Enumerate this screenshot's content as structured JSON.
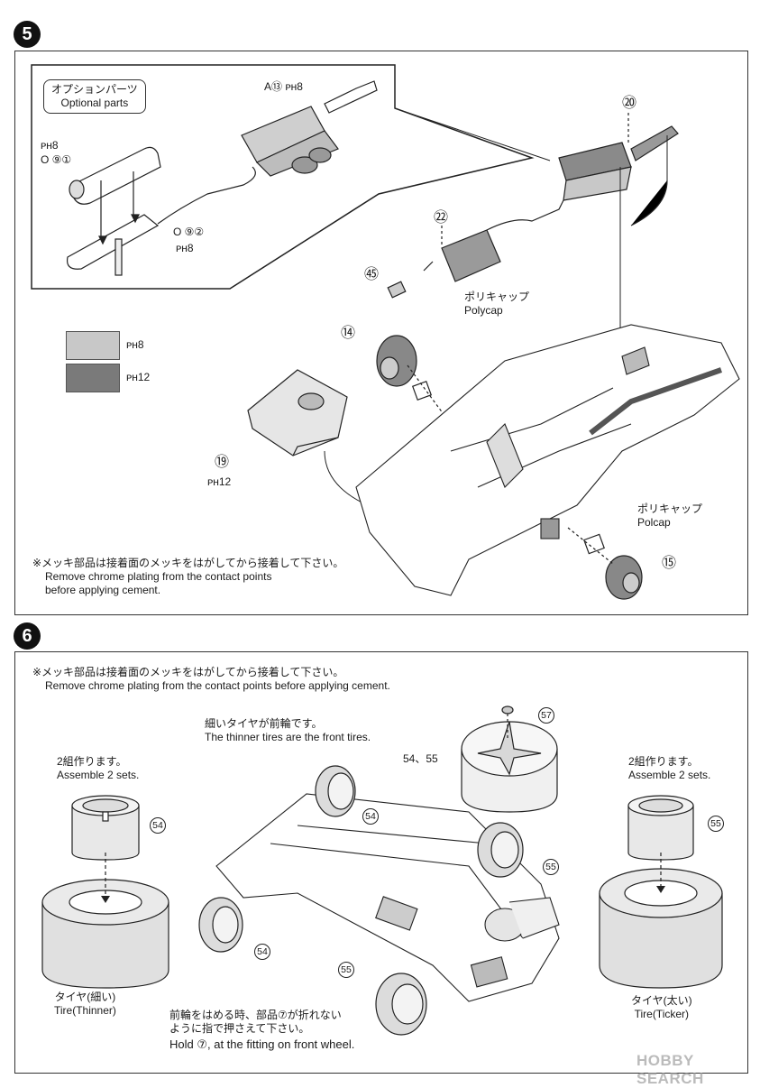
{
  "steps": [
    {
      "number": "5"
    },
    {
      "number": "6"
    }
  ],
  "step5": {
    "optional_parts": {
      "jp": "オプションパーツ",
      "en": "Optional parts"
    },
    "labels": {
      "part13": "A⑬ ᴘʜ8",
      "part91": "O ⑨①",
      "ph8_a": "ᴘʜ8",
      "part92": "O ⑨②",
      "ph8_b": "ᴘʜ8",
      "part20": "⑳",
      "part22": "㉒",
      "part45": "㊺",
      "part14": "⑭",
      "part19": "⑲",
      "ph12_19": "ᴘʜ12",
      "part15": "⑮"
    },
    "polycap1": {
      "jp": "ポリキャップ",
      "en": "Polycap"
    },
    "polycap2": {
      "jp": "ポリキャップ",
      "en": "Polcap"
    },
    "swatches": [
      {
        "color": "#c8c8c8",
        "label": "ᴘʜ8"
      },
      {
        "color": "#7a7a7a",
        "label": "ᴘʜ12"
      }
    ],
    "note": {
      "jp": "※メッキ部品は接着面のメッキをはがしてから接着して下さい。",
      "en1": "Remove chrome plating from the contact points",
      "en2": "before applying cement."
    }
  },
  "step6": {
    "note": {
      "jp": "※メッキ部品は接着面のメッキをはがしてから接着して下さい。",
      "en": "Remove chrome plating from the contact points before applying cement."
    },
    "front_tires": {
      "jp": "細いタイヤが前輪です。",
      "en": "The thinner tires are the front tires."
    },
    "left": {
      "jp": "2組作ります。",
      "en": "Assemble 2 sets.",
      "part": "54",
      "tire_jp": "タイヤ(細い)",
      "tire_en": "Tire(Thinner)"
    },
    "right": {
      "jp": "2組作ります。",
      "en": "Assemble 2 sets.",
      "part": "55",
      "tire_jp": "タイヤ(太い)",
      "tire_en": "Tire(Ticker)"
    },
    "wheel_parts": {
      "p54_55": "54、55",
      "p57": "57"
    },
    "car_parts": {
      "p54a": "54",
      "p55a": "55",
      "p54b": "54",
      "p55b": "55"
    },
    "front_note": {
      "jp1": "前輪をはめる時、部品⑦が折れない",
      "jp2": "ように指で押さえて下さい。",
      "en": "Hold ⑦, at the fitting on front wheel."
    }
  },
  "watermark": "HOBBY SEARCH"
}
